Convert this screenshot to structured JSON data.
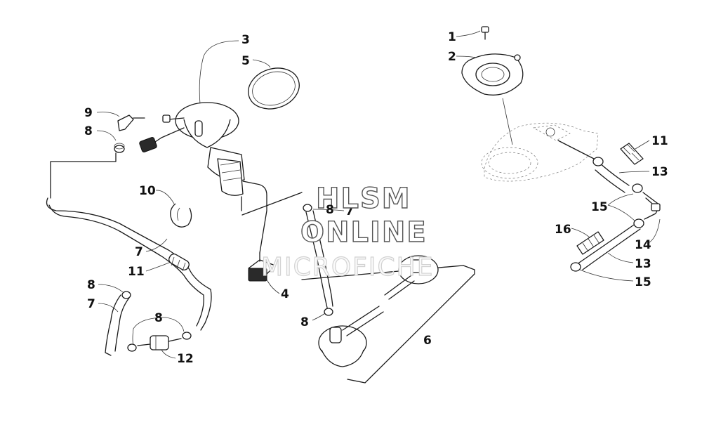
{
  "watermark": {
    "line1": "HLSM",
    "line2": "ONLINE",
    "line3": "MICROFICHE"
  },
  "callouts": [
    {
      "id": "c1",
      "label": "1"
    },
    {
      "id": "c2",
      "label": "2"
    },
    {
      "id": "c3",
      "label": "3"
    },
    {
      "id": "c5",
      "label": "5"
    },
    {
      "id": "c9",
      "label": "9"
    },
    {
      "id": "c8a",
      "label": "8"
    },
    {
      "id": "c10",
      "label": "10"
    },
    {
      "id": "c7a",
      "label": "7"
    },
    {
      "id": "c11a",
      "label": "11"
    },
    {
      "id": "c8b",
      "label": "8"
    },
    {
      "id": "c7b",
      "label": "7"
    },
    {
      "id": "c8c",
      "label": "8"
    },
    {
      "id": "c12",
      "label": "12"
    },
    {
      "id": "c4",
      "label": "4"
    },
    {
      "id": "c8d",
      "label": "8"
    },
    {
      "id": "c7c",
      "label": "7"
    },
    {
      "id": "c8e",
      "label": "8"
    },
    {
      "id": "c6",
      "label": "6"
    },
    {
      "id": "c11b",
      "label": "11"
    },
    {
      "id": "c13a",
      "label": "13"
    },
    {
      "id": "c15a",
      "label": "15"
    },
    {
      "id": "c16",
      "label": "16"
    },
    {
      "id": "c14",
      "label": "14"
    },
    {
      "id": "c13b",
      "label": "13"
    },
    {
      "id": "c15b",
      "label": "15"
    }
  ]
}
